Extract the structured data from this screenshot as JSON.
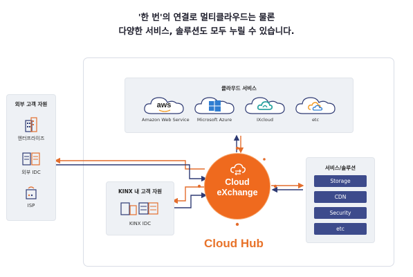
{
  "title": {
    "line1": "'한 번'의 연결로 멀티클라우드는 물론",
    "line2": "다양한 서비스, 솔루션도 모두 누릴 수 있습니다."
  },
  "external": {
    "heading": "외부 고객 자원",
    "items": [
      "엔터프라이즈",
      "외부 IDC",
      "ISP"
    ]
  },
  "cloud_services": {
    "heading": "클라우드 서비스",
    "providers": [
      {
        "logo": "aws",
        "label": "Amazon Web Service"
      },
      {
        "logo": "",
        "label": "Microsoft Azure"
      },
      {
        "logo": "",
        "label": "IXcloud"
      },
      {
        "logo": "",
        "label": "etc"
      }
    ]
  },
  "kinx": {
    "heading": "KINX 내 고객 자원",
    "item": "KINX IDC"
  },
  "hub": {
    "line1": "Cloud",
    "line2": "eXchange",
    "caption": "Cloud Hub"
  },
  "services": {
    "heading": "서비스/솔루션",
    "items": [
      "Storage",
      "CDN",
      "Security",
      "etc"
    ]
  },
  "colors": {
    "accent_orange": "#ef6a1e",
    "arrow_orange": "#e36d2c",
    "navy": "#3d4b8c"
  }
}
